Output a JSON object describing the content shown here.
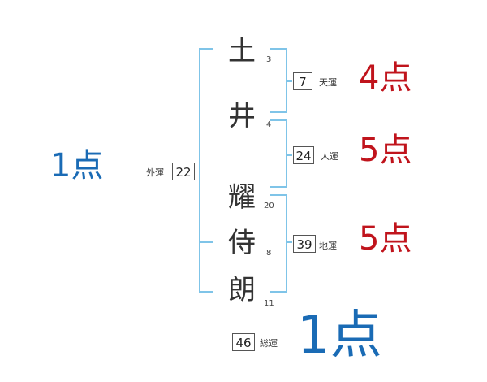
{
  "name_chars": [
    {
      "char": "土",
      "strokes": "3"
    },
    {
      "char": "井",
      "strokes": "4"
    },
    {
      "char": "耀",
      "strokes": "20"
    },
    {
      "char": "侍",
      "strokes": "8"
    },
    {
      "char": "朗",
      "strokes": "11"
    }
  ],
  "fortunes": {
    "tenun": {
      "value": "7",
      "label": "天運",
      "score": "4点"
    },
    "jinun": {
      "value": "24",
      "label": "人運",
      "score": "5点"
    },
    "chiun": {
      "value": "39",
      "label": "地運",
      "score": "5点"
    },
    "gaiun": {
      "value": "22",
      "label": "外運",
      "score": "1点"
    },
    "souun": {
      "value": "46",
      "label": "総運",
      "score": "1点"
    }
  },
  "colors": {
    "bracket": "#7fc4e8",
    "score_red": "#c0141c",
    "score_blue": "#1a6bb5"
  }
}
